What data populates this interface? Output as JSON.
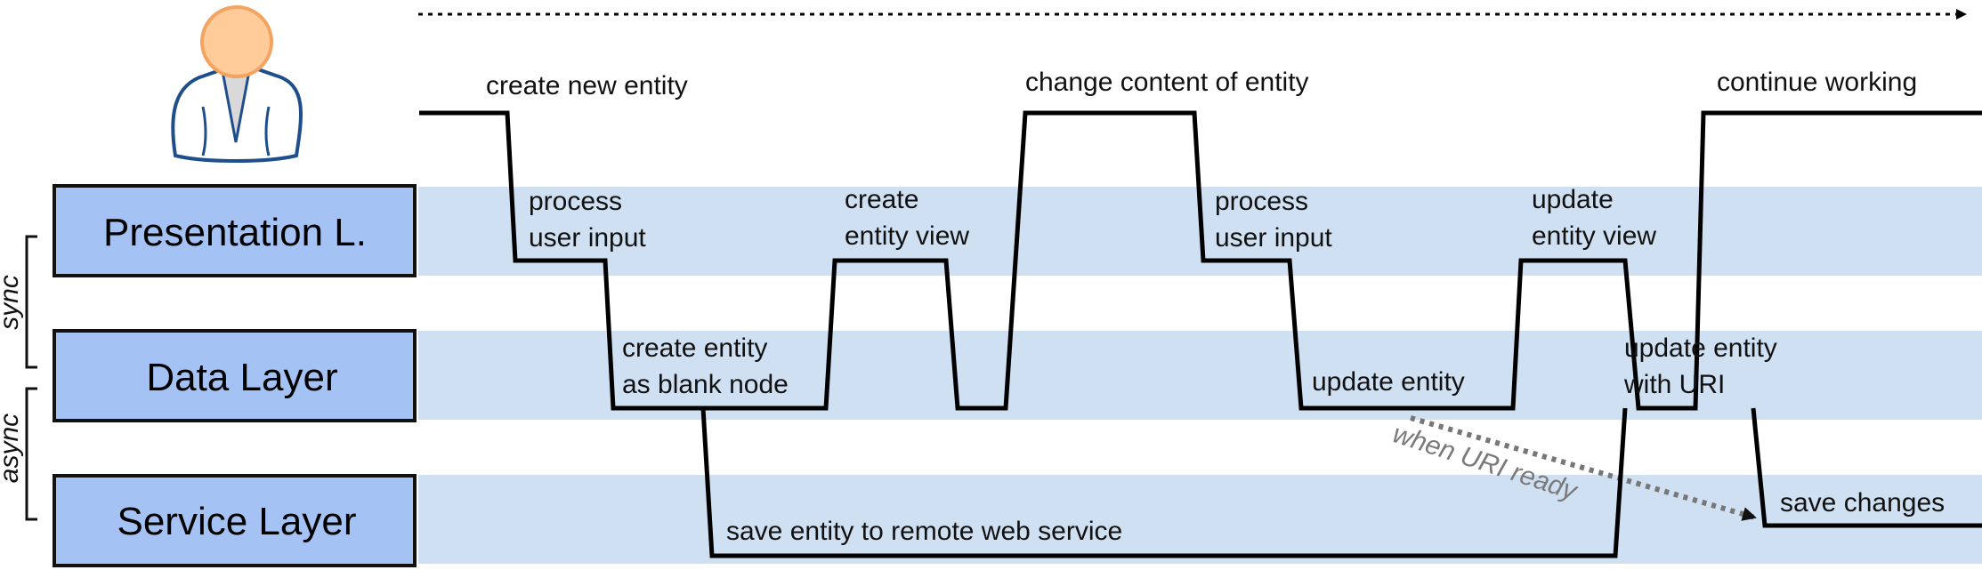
{
  "colors": {
    "lane_band": "#cfe0f3",
    "lane_box_fill": "#a4c2f4",
    "lane_box_border": "#111111",
    "flow_line": "#000000",
    "async_arrow": "#777777",
    "user_head": "#ffcc99",
    "user_head_border": "#f4a460",
    "user_body_border": "#1f4e8c"
  },
  "lanes": {
    "presentation": "Presentation L.",
    "data": "Data Layer",
    "service": "Service Layer"
  },
  "side_labels": {
    "sync": "sync",
    "async": "async"
  },
  "steps": {
    "create_new_entity": "create new entity",
    "process_user_input_1": [
      "process",
      "user input"
    ],
    "create_entity_blank": [
      "create entity",
      "as blank node"
    ],
    "save_entity_remote": "save entity to remote web service",
    "create_entity_view": [
      "create",
      "entity view"
    ],
    "change_content": "change content of entity",
    "process_user_input_2": [
      "process",
      "user input"
    ],
    "update_entity": "update entity",
    "when_uri_ready": "when URI ready",
    "update_entity_view": [
      "update",
      "entity view"
    ],
    "update_entity_uri": [
      "update entity",
      "with URI"
    ],
    "save_changes": "save changes",
    "continue_working": "continue working"
  },
  "icons": {
    "user": "user-icon",
    "timeline_arrow": "time-arrow-icon"
  }
}
